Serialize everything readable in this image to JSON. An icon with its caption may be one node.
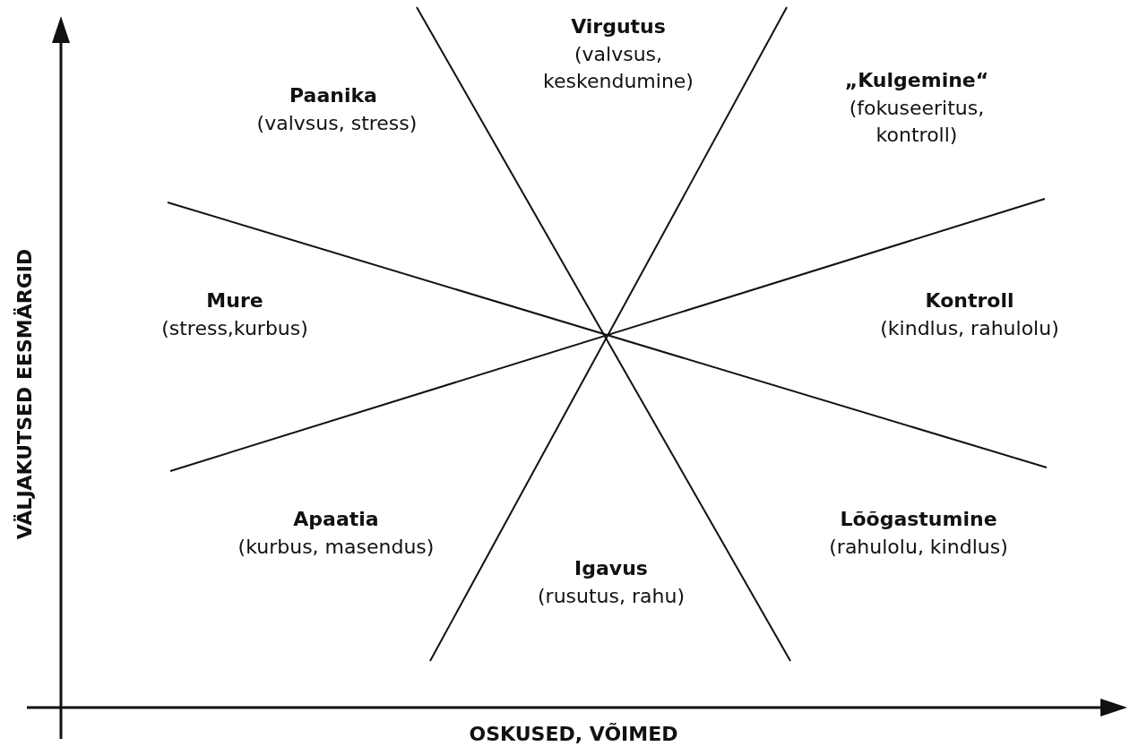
{
  "diagram": {
    "labels": [
      "Virgutus",
      "(valvsus, keskendumine)",
      "Paanika",
      "(valvsus, stress)",
      "„Kulgemine“",
      "(fokuseeritus, kontroll)",
      "Mure",
      "(stress,kurbus)",
      "Kontroll",
      "(kindlus, rahulolu)",
      "Apaatia",
      "(kurbus, masendus)",
      "Lõõgastumine",
      "(rahulolu, kindlus)",
      "Igavus",
      "(rusutus, rahu)",
      "VÄLJAKUTSED EESMÄRGID",
      "OSKUSED, VÕIMED"
    ]
  }
}
